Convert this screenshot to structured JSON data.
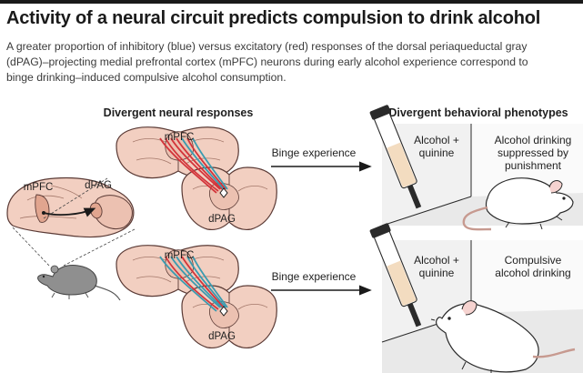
{
  "title": "Activity of a neural circuit predicts compulsion to drink alcohol",
  "subtitle_lines": [
    "A greater proportion of inhibitory (blue) versus excitatory (red) responses of the dorsal periaqueductal gray",
    "(dPAG)–projecting medial prefrontal cortex (mPFC) neurons during early alcohol experience correspond to",
    "binge drinking–induced compulsive alcohol consumption."
  ],
  "headers": {
    "neural": "Divergent neural responses",
    "behavioral": "Divergent behavioral phenotypes"
  },
  "brain_labels": {
    "mpfc": "mPFC",
    "dpag": "dPAG"
  },
  "rows": [
    {
      "experience": "Binge experience",
      "bottle_label_1": "Alcohol +",
      "bottle_label_2": "quinine",
      "outcome_1": "Alcohol drinking",
      "outcome_2": "suppressed by",
      "outcome_3": "punishment"
    },
    {
      "experience": "Binge experience",
      "bottle_label_1": "Alcohol +",
      "bottle_label_2": "quinine",
      "outcome_1": "Compulsive",
      "outcome_2": "alcohol drinking",
      "outcome_3": ""
    }
  ],
  "colors": {
    "excitatory": "#d3343a",
    "inhibitory": "#3a9bb0",
    "brain_fill": "#f2cfc1",
    "brain_stroke": "#5a3a35",
    "cage_fill": "#f1f1f1"
  }
}
